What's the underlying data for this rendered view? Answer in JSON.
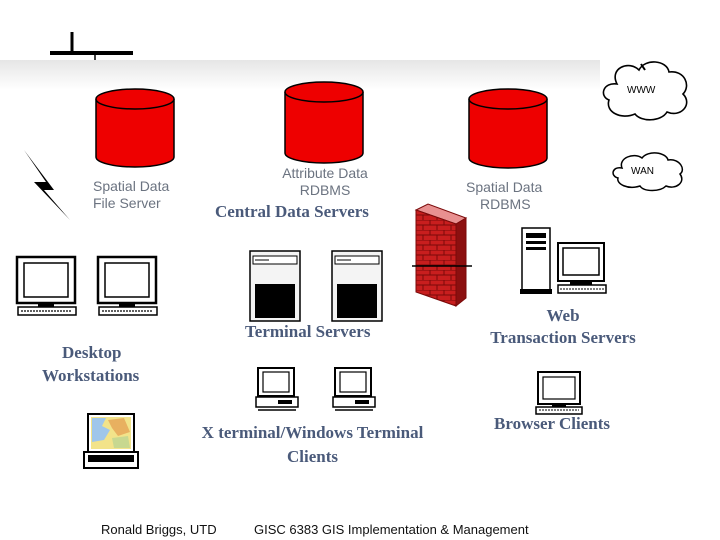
{
  "clouds": {
    "www": "WWW",
    "wan": "WAN"
  },
  "servers": {
    "spatial_file": {
      "line1": "Spatial Data",
      "line2": "File Server"
    },
    "attribute": {
      "line1": "Attribute Data",
      "line2": "RDBMS"
    },
    "spatial_rdbms": {
      "line1": "Spatial Data",
      "line2": "RDBMS"
    },
    "group_title": "Central Data Servers"
  },
  "labels": {
    "terminal_servers": "Terminal Servers",
    "web_line1": "Web",
    "web_line2": "Transaction Servers",
    "desktop_line1": "Desktop",
    "desktop_line2": "Workstations",
    "xterm_line1": "X terminal/Windows Terminal",
    "xterm_line2": "Clients",
    "browser_clients": "Browser Clients"
  },
  "footer": {
    "author": "Ronald Briggs, UTD",
    "course": "GISC 6383 GIS Implementation & Management"
  },
  "colors": {
    "database": "#ee0000",
    "firewall": "#c81e1e",
    "label": "#4a5a7a"
  }
}
